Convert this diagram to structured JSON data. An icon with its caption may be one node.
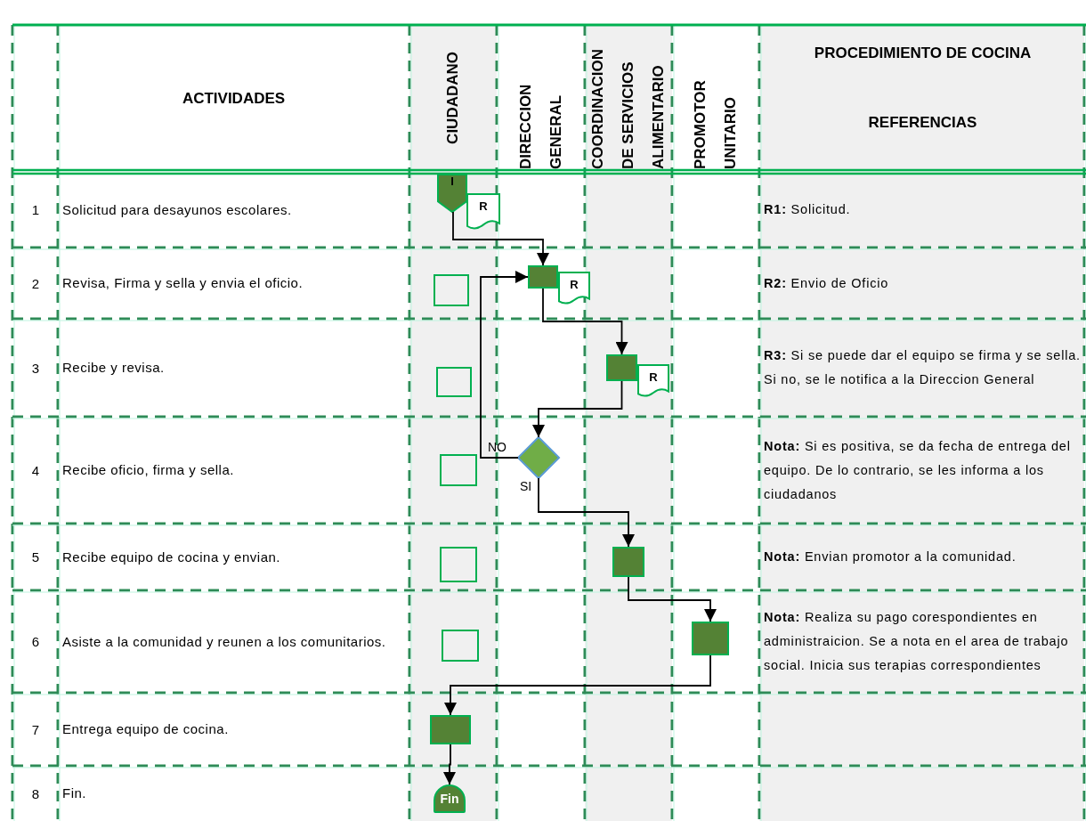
{
  "diagram": {
    "nodes": [
      {
        "text": [
          "I"
        ]
      },
      {
        "text": [
          "R"
        ]
      },
      {
        "text": [],
        "shape": "box"
      },
      {
        "text": [],
        "shape": "box"
      },
      {
        "text": [
          "R"
        ]
      },
      {
        "text": [],
        "shape": "box"
      },
      {
        "text": [],
        "shape": "box"
      },
      {
        "text": [
          "R"
        ]
      },
      {
        "text": [],
        "shape": "box"
      },
      {
        "text": [],
        "shape": "diamond"
      },
      {
        "text": [],
        "shape": "box"
      },
      {
        "text": [],
        "shape": "box"
      },
      {
        "text": [],
        "shape": "box"
      },
      {
        "text": [],
        "shape": "box"
      },
      {
        "text": [],
        "shape": "box"
      },
      {
        "text": [
          "Fin"
        ]
      }
    ],
    "edges": [
      {
        "from": 0,
        "to": 3,
        "arrow": "to"
      },
      {
        "from": 3,
        "to": 6,
        "arrow": "to"
      },
      {
        "from": 6,
        "to": 9,
        "arrow": "to"
      },
      {
        "from": 9,
        "to": 3,
        "arrow": "to",
        "label": "NO"
      },
      {
        "from": 9,
        "to": 11,
        "arrow": "to",
        "label": "SI"
      },
      {
        "from": 11,
        "to": 13,
        "arrow": "to"
      },
      {
        "from": 13,
        "to": 14,
        "arrow": "to"
      },
      {
        "from": 14,
        "to": 15,
        "arrow": "to"
      }
    ],
    "labels": [
      "ACTIVIDADES",
      "CIUDADANO",
      "DIRECCION GENERAL",
      "COORDINACION DE SERVICIOS ALIMENTARIO",
      "PROMOTOR UNITARIO",
      "PROCEDIMIENTO DE COCINA",
      "REFERENCIAS",
      "1",
      "Solicitud para desayunos escolares.",
      "**R1:** Solicitud.",
      "2",
      "Revisa, Firma y sella y envia el oficio.",
      "**R2:** Envio de Oficio",
      "3",
      "Recibe y revisa.",
      "**R3:** Si se puede dar el equipo se firma y se sella. Si no, se le notifica a la Direccion General",
      "4",
      "Recibe oficio, firma y sella.",
      "**Nota:** Si es positiva, se da fecha de entrega del equipo. De lo contrario, se les informa a los ciudadanos",
      "5",
      "Recibe equipo de cocina y envian.",
      "**Nota:** Envian promotor a la comunidad.",
      "6",
      "Asiste a la comunidad y reunen a los comunitarios.",
      "**Nota:** Realiza su pago corespondientes en administraicion. Se a nota en el area de trabajo social. Inicia sus terapias correspondientes",
      "7",
      "Entrega equipo de cocina.",
      "8",
      "Fin."
    ]
  }
}
